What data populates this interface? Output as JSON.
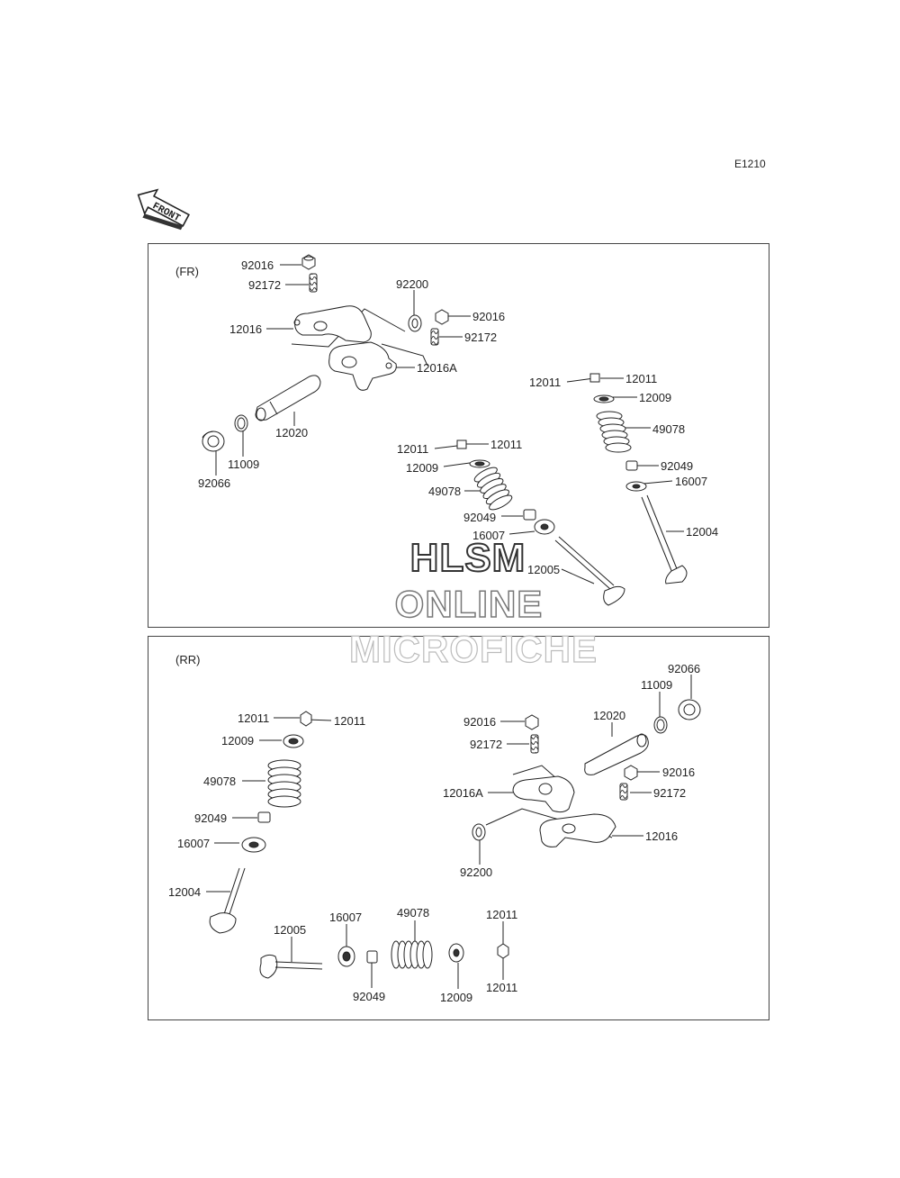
{
  "diagram_code": "E1210",
  "front_label": "FRONT",
  "watermark": {
    "line1": "HLSM",
    "line2": "ONLINE",
    "line3": "MICROFICHE"
  },
  "panels": {
    "front": {
      "title": "(FR)",
      "labels": {
        "p92016_a": "92016",
        "p92172_a": "92172",
        "p12016": "12016",
        "p92200": "92200",
        "p92016_b": "92016",
        "p92172_b": "92172",
        "p12016A": "12016A",
        "p12020": "12020",
        "p92066": "92066",
        "p11009": "11009",
        "p12011_a": "12011",
        "p12011_b": "12011",
        "p12009_a": "12009",
        "p49078_a": "49078",
        "p92049_a": "92049",
        "p16007_a": "16007",
        "p12004": "12004",
        "p12011_c": "12011",
        "p12011_d": "12011",
        "p12009_b": "12009",
        "p49078_b": "49078",
        "p92049_b": "92049",
        "p16007_b": "16007",
        "p12005": "12005"
      }
    },
    "rear": {
      "title": "(RR)",
      "labels": {
        "p92066": "92066",
        "p11009": "11009",
        "p12020": "12020",
        "p92016_a": "92016",
        "p92172_a": "92172",
        "p92016_b": "92016",
        "p92172_b": "92172",
        "p12016A": "12016A",
        "p12016": "12016",
        "p92200": "92200",
        "p12011_a": "12011",
        "p12011_b": "12011",
        "p12009_a": "12009",
        "p49078_a": "49078",
        "p92049_a": "92049",
        "p16007_a": "16007",
        "p12004": "12004",
        "p12005": "12005",
        "p16007_b": "16007",
        "p49078_b": "49078",
        "p12011_c": "12011",
        "p92049_b": "92049",
        "p12009_b": "12009",
        "p12011_d": "12011"
      }
    }
  }
}
